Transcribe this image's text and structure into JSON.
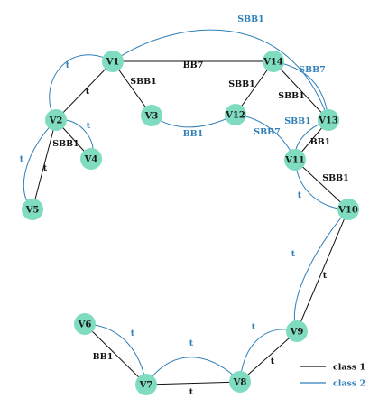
{
  "colors": {
    "class1": "#111111",
    "class2": "#2f7fb8",
    "node_fill": "#7fdcc0"
  },
  "legend": [
    {
      "label": "class 1",
      "class": "class1"
    },
    {
      "label": "class 2",
      "class": "class2"
    }
  ],
  "nodes": [
    "V1",
    "V2",
    "V3",
    "V4",
    "V5",
    "V6",
    "V7",
    "V8",
    "V9",
    "V10",
    "V11",
    "V12",
    "V13",
    "V14"
  ],
  "edges": [
    {
      "source": "V1",
      "target": "V14",
      "label": "BB7",
      "class": "class1"
    },
    {
      "source": "V1",
      "target": "V3",
      "label": "SBB1",
      "class": "class1"
    },
    {
      "source": "V1",
      "target": "V2",
      "label": "t",
      "class": "class1"
    },
    {
      "source": "V1",
      "target": "V13",
      "label": "SBB1",
      "class": "class2"
    },
    {
      "source": "V1",
      "target": "V2",
      "label": "t",
      "class": "class2"
    },
    {
      "source": "V2",
      "target": "V4",
      "label": "SBB1",
      "class": "class1"
    },
    {
      "source": "V2",
      "target": "V4",
      "label": "t",
      "class": "class2"
    },
    {
      "source": "V2",
      "target": "V5",
      "label": "t",
      "class": "class1"
    },
    {
      "source": "V2",
      "target": "V5",
      "label": "t",
      "class": "class2"
    },
    {
      "source": "V3",
      "target": "V12",
      "label": "BB1",
      "class": "class2"
    },
    {
      "source": "V14",
      "target": "V12",
      "label": "SBB1",
      "class": "class1"
    },
    {
      "source": "V14",
      "target": "V13",
      "label": "SBB1",
      "class": "class1"
    },
    {
      "source": "V14",
      "target": "V13",
      "label": "SBB7",
      "class": "class2"
    },
    {
      "source": "V12",
      "target": "V11",
      "label": "SBB7",
      "class": "class2"
    },
    {
      "source": "V13",
      "target": "V11",
      "label": "BB1",
      "class": "class1"
    },
    {
      "source": "V13",
      "target": "V11",
      "label": "SBB1",
      "class": "class2"
    },
    {
      "source": "V11",
      "target": "V10",
      "label": "SBB1",
      "class": "class1"
    },
    {
      "source": "V11",
      "target": "V10",
      "label": "t",
      "class": "class2"
    },
    {
      "source": "V10",
      "target": "V9",
      "label": "t",
      "class": "class1"
    },
    {
      "source": "V10",
      "target": "V9",
      "label": "t",
      "class": "class2"
    },
    {
      "source": "V9",
      "target": "V8",
      "label": "t",
      "class": "class1"
    },
    {
      "source": "V9",
      "target": "V8",
      "label": "t",
      "class": "class2"
    },
    {
      "source": "V8",
      "target": "V7",
      "label": "t",
      "class": "class1"
    },
    {
      "source": "V8",
      "target": "V7",
      "label": "t",
      "class": "class2"
    },
    {
      "source": "V6",
      "target": "V7",
      "label": "BB1",
      "class": "class1"
    },
    {
      "source": "V6",
      "target": "V7",
      "label": "t",
      "class": "class2"
    }
  ]
}
